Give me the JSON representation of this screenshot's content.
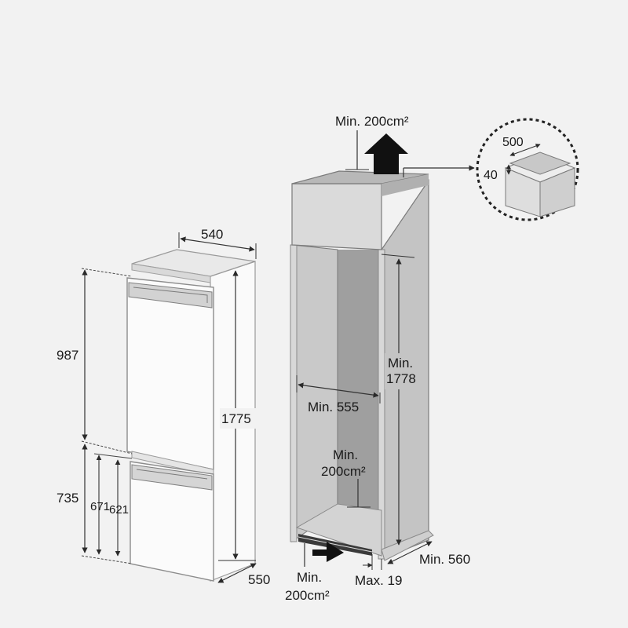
{
  "dimensions": {
    "appliance_width": "540",
    "appliance_depth": "550",
    "appliance_height": "1775",
    "upper_section_height": "987",
    "lower_section_height": "735",
    "lower_door_671": "671",
    "lower_door_621": "621"
  },
  "cabinet": {
    "top_vent": "Min. 200cm²",
    "height_line1": "Min.",
    "height_line2": "1778",
    "width": "Min. 555",
    "rear_vent_line1": "Min.",
    "rear_vent_line2": "200cm²",
    "bottom_vent_line1": "Min.",
    "bottom_vent_line2": "200cm²",
    "plinth_depth": "Max. 19",
    "depth": "Min. 560"
  },
  "detail": {
    "vent_width": "500",
    "vent_depth": "40"
  },
  "colors": {
    "cabinet_side": "#c7c7c7",
    "cabinet_top": "#b9b9b9",
    "cabinet_back": "#a9a9a9",
    "appliance": "#f7f7f7",
    "line": "#3a3a3a"
  }
}
